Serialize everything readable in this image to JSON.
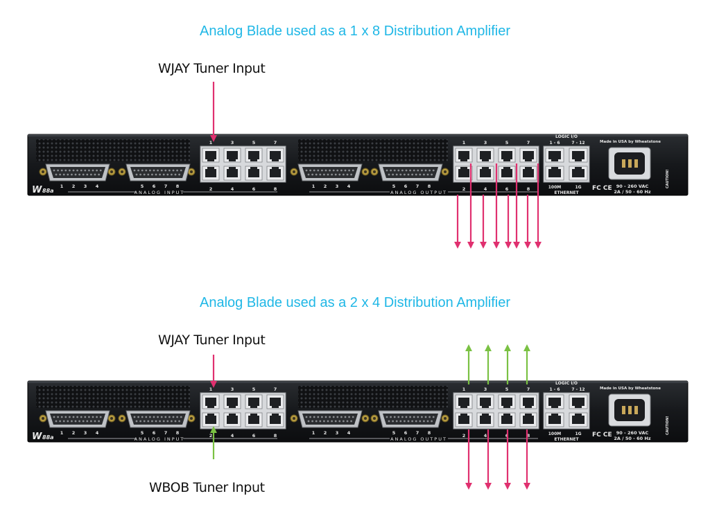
{
  "diagram1": {
    "title": "Analog Blade used as a 1 x 8 Distribution Amplifier",
    "input_label": "WJAY Tuner Input"
  },
  "diagram2": {
    "title": "Analog Blade used as a 2 x 4 Distribution Amplifier",
    "input_top_label": "WJAY Tuner Input",
    "input_bottom_label": "WBOB Tuner Input"
  },
  "device": {
    "brand": "W",
    "model": "88a",
    "analog_input_label": "ANALOG INPUT",
    "analog_output_label": "ANALOG OUTPUT",
    "port_top_numbers": [
      "1",
      "3",
      "5",
      "7"
    ],
    "port_bottom_numbers": [
      "2",
      "4",
      "6",
      "8"
    ],
    "db25_left_numbers": [
      "1",
      "2",
      "3",
      "4"
    ],
    "db25_right_numbers": [
      "5",
      "6",
      "7",
      "8"
    ],
    "logic_io_label": "LOGIC I/O",
    "logic_io_ranges": [
      "1 - 6",
      "7 - 12"
    ],
    "ethernet_speeds": [
      "100M",
      "1G"
    ],
    "ethernet_label": "ETHERNET",
    "made_in": "Made in USA by Wheatstone",
    "power_rating_1": "90 - 260 VAC",
    "power_rating_2": "2A / 50 - 60 Hz",
    "cert_marks": "FC CE",
    "caution": "CAUTION!"
  },
  "colors": {
    "title": "#1fb7e6",
    "output_arrow": "#e0306f",
    "input_arrow_green": "#7ac143",
    "chassis": "#16181b"
  }
}
